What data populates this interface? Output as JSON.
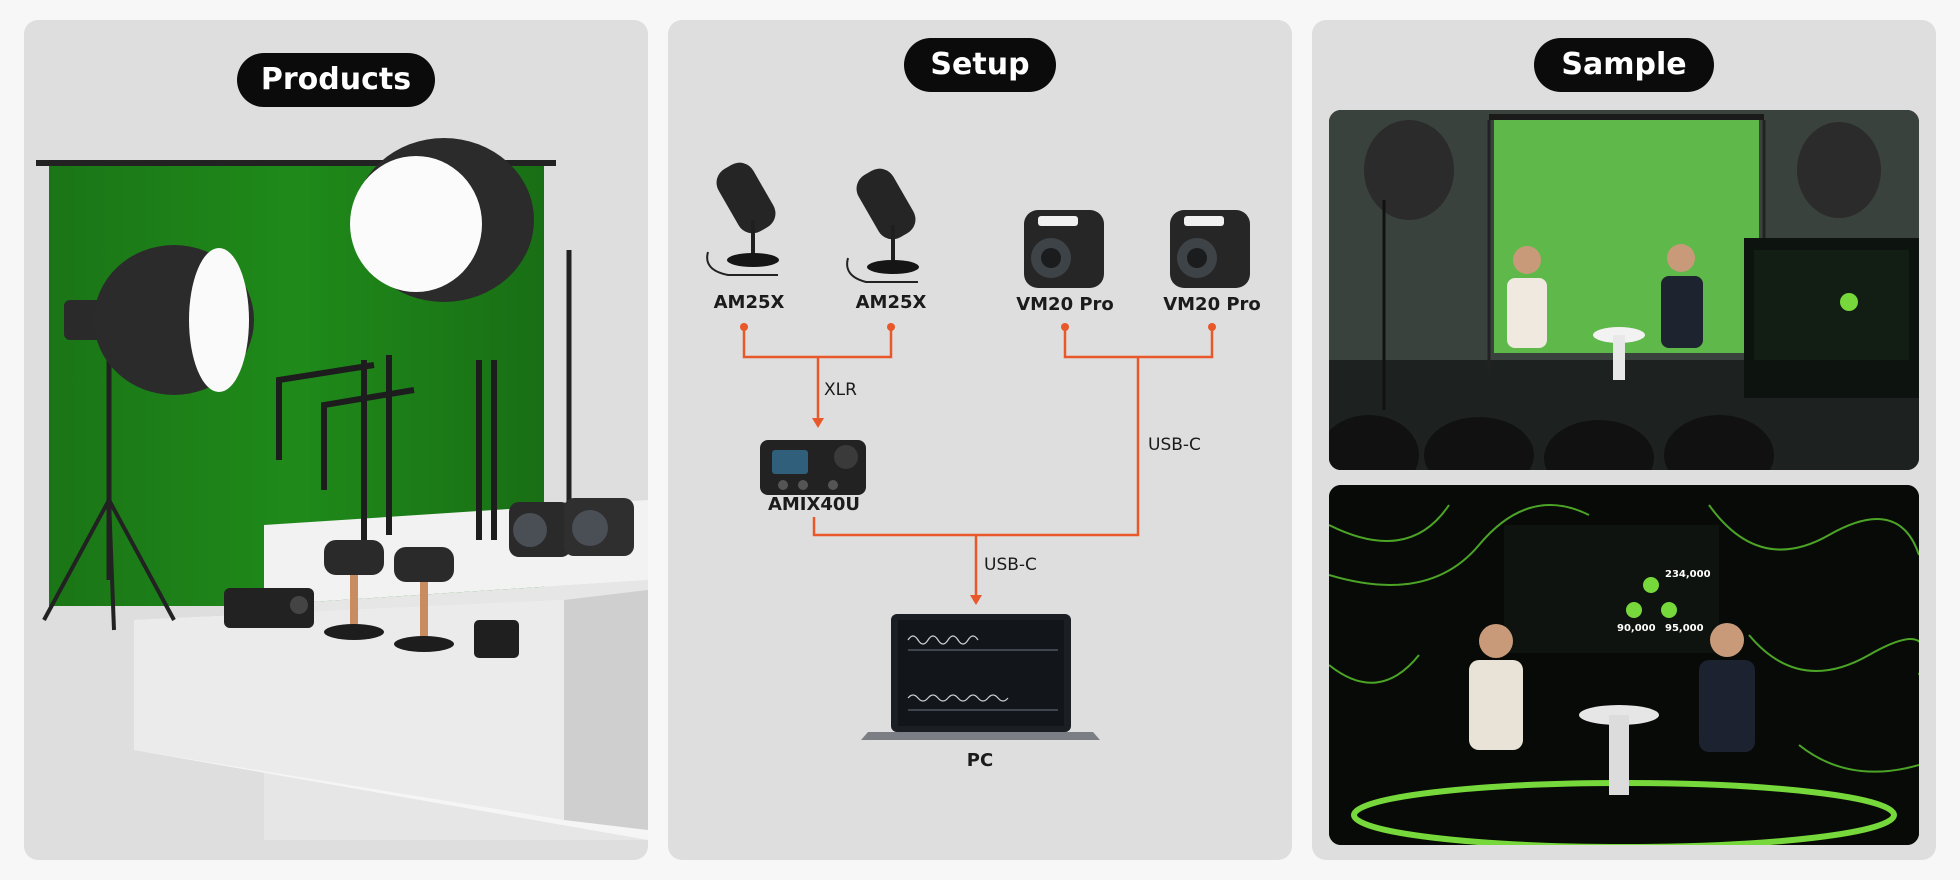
{
  "panels": {
    "products": {
      "title": "Products"
    },
    "setup": {
      "title": "Setup",
      "devices": {
        "mic_1": "AM25X",
        "mic_2": "AM25X",
        "cam_1": "VM20 Pro",
        "cam_2": "VM20 Pro",
        "mixer": "AMIX40U",
        "pc": "PC"
      },
      "connections": {
        "mic_link": "XLR",
        "camera_link": "USB-C",
        "pc_link": "USB-C"
      },
      "line_color": "#e8582a"
    },
    "sample": {
      "title": "Sample",
      "screen_numbers": [
        "234,000",
        "90,000",
        "95,000"
      ]
    }
  },
  "colors": {
    "panel_bg": "#dedede",
    "pill_bg": "#0b0b0b",
    "chroma_green": "#1f8a1a",
    "accent_green": "#76d83a"
  },
  "icons": [
    "softbox-light-icon",
    "tripod-icon",
    "microphone-icon",
    "webcam-icon",
    "audio-mixer-icon",
    "laptop-icon",
    "green-screen-icon"
  ]
}
